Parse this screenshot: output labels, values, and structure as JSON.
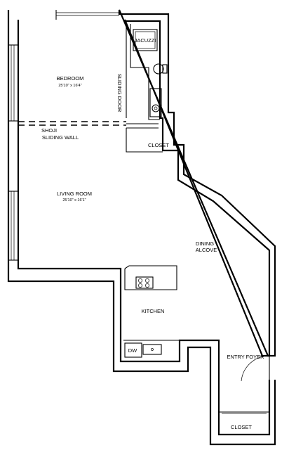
{
  "rooms": {
    "bedroom": {
      "name": "BEDROOM",
      "size": "25'10\" x 16'4\""
    },
    "living_room": {
      "name": "LIVING ROOM",
      "size": "25'10\" x 16'1\""
    },
    "dining_alcove": {
      "line1": "DINING",
      "line2": "ALCOVE"
    },
    "kitchen": {
      "name": "KITCHEN"
    },
    "entry_foyer": {
      "name": "ENTRY FOYER"
    }
  },
  "fixtures": {
    "jacuzzi": "JACUZZI",
    "sliding_door": "SLIDING DOOR",
    "shoji_line1": "SHOJI",
    "shoji_line2": "SLIDING WALL",
    "closet_upper": "CLOSET",
    "closet_lower": "CLOSET",
    "dishwasher": "DW"
  }
}
